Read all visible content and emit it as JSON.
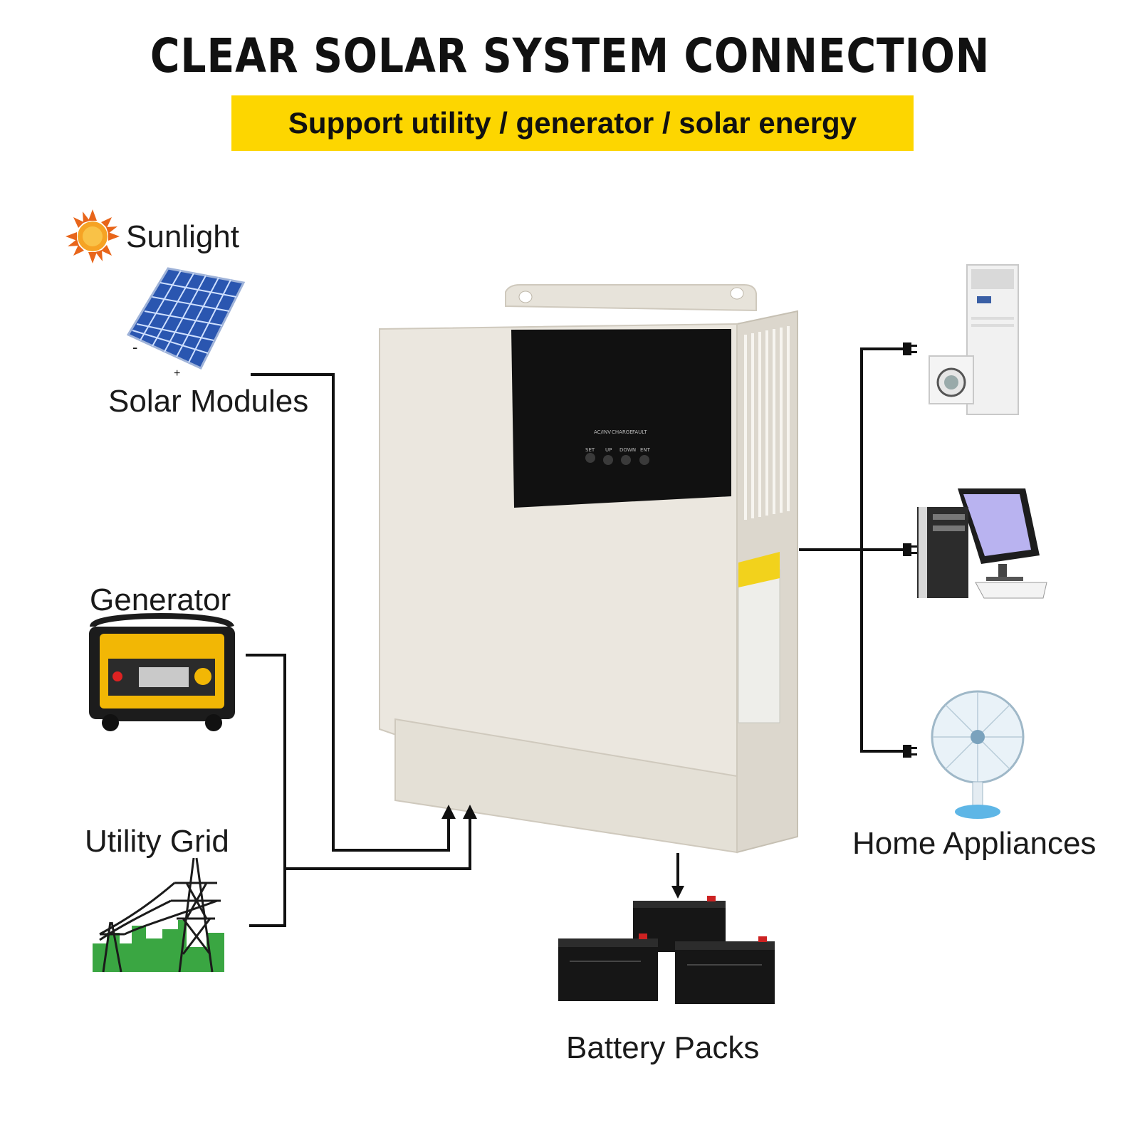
{
  "header": {
    "title": "CLEAR SOLAR SYSTEM CONNECTION",
    "subtitle": "Support utility / generator / solar energy"
  },
  "sources": {
    "sunlight": "Sunlight",
    "solar_modules": "Solar Modules",
    "panel_minus": "-",
    "panel_plus": "+",
    "generator": "Generator",
    "utility_grid": "Utility Grid"
  },
  "outputs": {
    "home_appliances": "Home Appliances",
    "battery_packs": "Battery Packs"
  },
  "inverter": {
    "indicators": [
      "AC/INV",
      "CHARGE",
      "FAULT"
    ],
    "buttons": [
      "SET",
      "UP",
      "DOWN",
      "ENT"
    ]
  },
  "colors": {
    "accent_yellow": "#fdd600",
    "line": "#111111",
    "inverter_body": "#ebe7df",
    "panel_blue": "#2f5fb8",
    "sun_orange": "#f08a1c",
    "grass_green": "#3aa642"
  },
  "icons": [
    "sun-icon",
    "solar-panel-icon",
    "generator-icon",
    "power-tower-icon",
    "inverter-icon",
    "air-conditioner-icon",
    "washing-machine-icon",
    "computer-icon",
    "fan-icon",
    "battery-icon",
    "plug-icon"
  ]
}
